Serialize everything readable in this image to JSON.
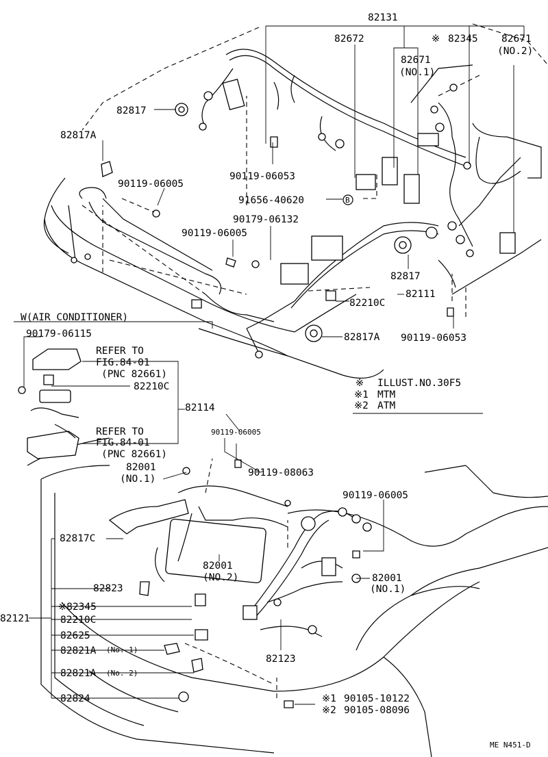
{
  "labels": {
    "p82131": "82131",
    "p82672": "82672",
    "p82345_top": "82345",
    "p82345_top_mark": "※",
    "p82671_no2": "82671",
    "p82671_no2_sub": "(NO.2)",
    "p82671_no1": "82671",
    "p82671_no1_sub": "(NO.1)",
    "p82817_a": "82817",
    "p82817a_top": "82817A",
    "p90119_06053_a": "90119-06053",
    "p90119_06005_a": "90119-06005",
    "p91656_40620": "91656-40620",
    "p91656_40620_mark": "B",
    "p90179_06132": "90179-06132",
    "p90119_06005_b": "90119-06005",
    "p82817_b": "82817",
    "p82111": "82111",
    "p82210c_a": "82210C",
    "p82817a_b": "82817A",
    "p90119_06053_b": "90119-06053",
    "w_air_conditioner": "W(AIR CONDITIONER)",
    "p90179_06115": "90179-06115",
    "refer_to_1": "REFER TO",
    "fig_84_01_a": "FIG.84-01",
    "pnc_82661_a": "(PNC 82661)",
    "p82210c_b": "82210C",
    "p82114": "82114",
    "refer_to_2": "REFER TO",
    "fig_84_01_b": "FIG.84-01",
    "pnc_82661_b": "(PNC 82661)",
    "p90119_06005_c": "90119-06005",
    "p90119_08063": "90119-08063",
    "p82001_no1_a": "82001",
    "p82001_no1_a_sub": "(NO.1)",
    "p90119_06005_d": "90119-06005",
    "p82817c": "82817C",
    "p82001_no2": "82001",
    "p82001_no2_sub": "(NO.2)",
    "p82001_no1_b": "82001",
    "p82001_no1_b_sub": "(NO.1)",
    "p82823": "82823",
    "p82345_bottom": "※82345",
    "p82121": "82121",
    "p82210c_c": "82210C",
    "p82625": "82625",
    "p82821a_no1": "82821A",
    "p82821a_no1_sub": "(No. 1)",
    "p82821a_no2": "82821A",
    "p82821a_no2_sub": "(No. 2)",
    "p82123": "82123",
    "p82824": "82824",
    "p90105_10122_mark": "※1",
    "p90105_10122": "90105-10122",
    "p90105_08096_mark": "※2",
    "p90105_08096": "90105-08096",
    "footer_code": "ME  N451-D"
  },
  "legend": {
    "row1_mark": "※",
    "row1_text": "ILLUST.NO.30F5",
    "row2_mark": "※1",
    "row2_text": "MTM",
    "row3_mark": "※2",
    "row3_text": "ATM"
  }
}
